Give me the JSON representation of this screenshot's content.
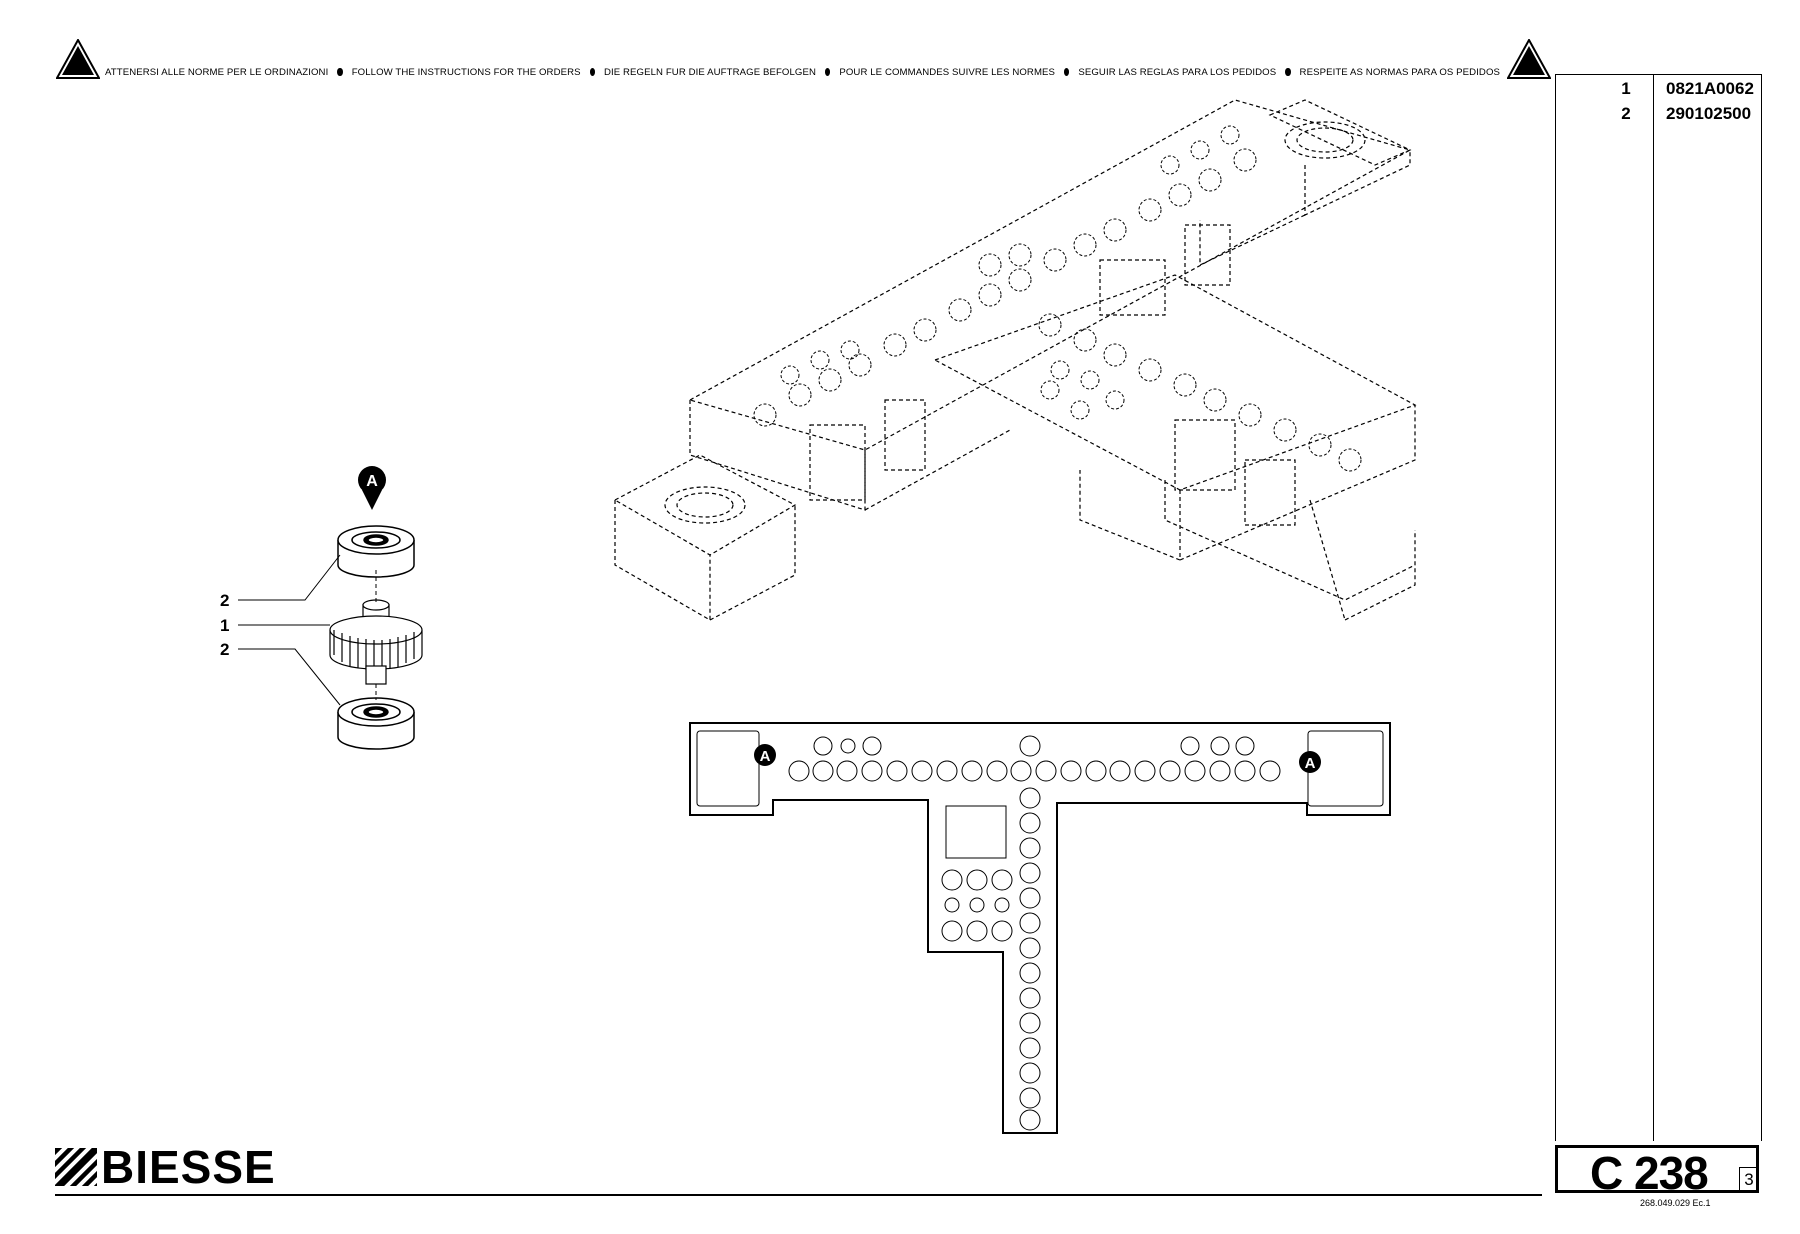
{
  "warning": {
    "items": [
      "ATTENERSI ALLE NORME PER LE ORDINAZIONI",
      "FOLLOW THE INSTRUCTIONS FOR THE ORDERS",
      "DIE REGELN FUR DIE AUFTRAGE BEFOLGEN",
      "POUR LE COMMANDES SUIVRE LES NORMES",
      "SEGUIR LAS REGLAS PARA LOS PEDIDOS",
      "RESPEITE AS NORMAS PARA OS PEDIDOS"
    ]
  },
  "parts": [
    {
      "num": "1",
      "code": "0821A0062"
    },
    {
      "num": "2",
      "code": "290102500"
    }
  ],
  "callouts": {
    "c1": "2",
    "c2": "1",
    "c3": "2",
    "marker": "A"
  },
  "brand": {
    "name": "BIESSE"
  },
  "page": {
    "code": "C 238",
    "sheet": "3",
    "doc": "268.049.029 Ec.1"
  }
}
